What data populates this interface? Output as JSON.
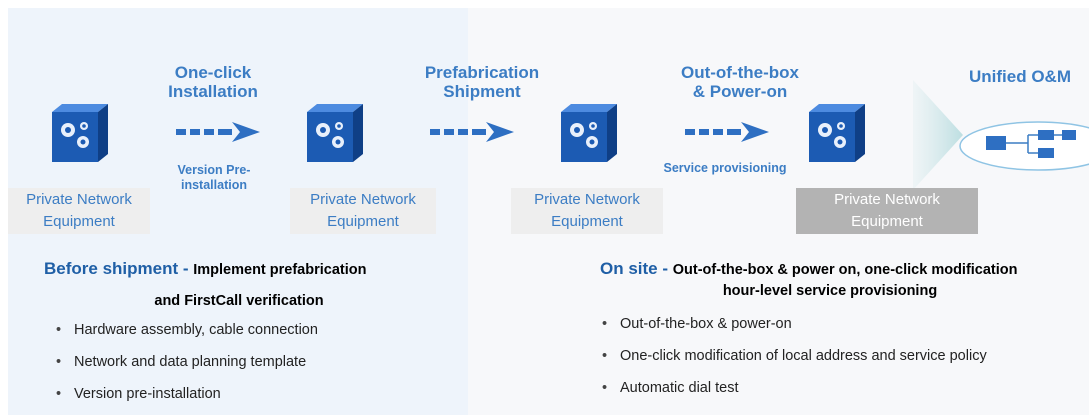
{
  "steps": [
    {
      "label_line1": "One-click",
      "label_line2": "Installation",
      "sub_line1": "Version Pre-",
      "sub_line2": "installation"
    },
    {
      "label_line1": "Prefabrication",
      "label_line2": "Shipment",
      "sub_line1": "",
      "sub_line2": ""
    },
    {
      "label_line1": "Out-of-the-box",
      "label_line2": "& Power-on",
      "sub_line1": "Service provisioning",
      "sub_line2": ""
    }
  ],
  "end_label": "Unified O&M",
  "equipment": [
    {
      "line1": "Private Network",
      "line2": "Equipment"
    },
    {
      "line1": "Private Network",
      "line2": "Equipment"
    },
    {
      "line1": "Private Network",
      "line2": "Equipment"
    },
    {
      "line1": "Private Network",
      "line2": "Equipment"
    }
  ],
  "before": {
    "heading": "Before shipment - ",
    "desc_line1": "Implement prefabrication",
    "desc_line2": "and FirstCall verification",
    "bullets": [
      "Hardware assembly, cable connection",
      "Network and data planning template",
      "Version pre-installation"
    ]
  },
  "onsite": {
    "heading": "On site - ",
    "desc_line1": "Out-of-the-box & power on, one-click modification",
    "desc_line2": "hour-level service provisioning",
    "bullets": [
      "Out-of-the-box & power-on",
      "One-click modification of local address and service policy",
      "Automatic dial test"
    ]
  },
  "colors": {
    "accent": "#3c7dc4",
    "heading_blue": "#1f5fa6",
    "cube_blue": "#1c5bb3"
  }
}
